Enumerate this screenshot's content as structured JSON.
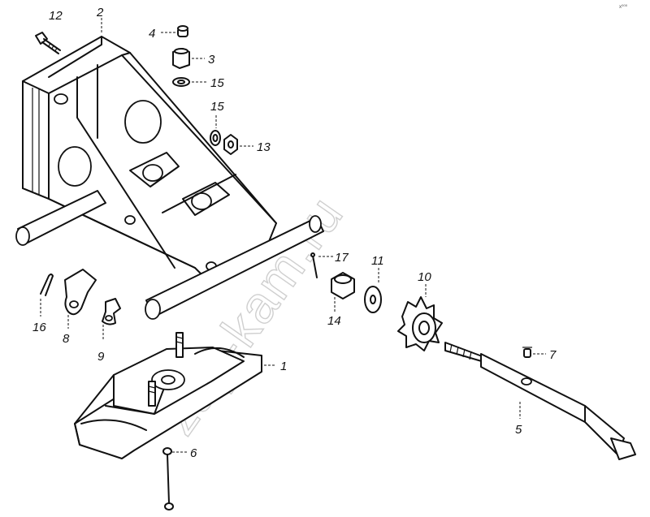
{
  "watermark": {
    "text": "zap-kam.ru"
  },
  "corner_mark": "x⁰⁰⁰",
  "callouts": [
    {
      "id": "1",
      "label": "1"
    },
    {
      "id": "2",
      "label": "2"
    },
    {
      "id": "3",
      "label": "3"
    },
    {
      "id": "4",
      "label": "4"
    },
    {
      "id": "5",
      "label": "5"
    },
    {
      "id": "6",
      "label": "6"
    },
    {
      "id": "7",
      "label": "7"
    },
    {
      "id": "8",
      "label": "8"
    },
    {
      "id": "9",
      "label": "9"
    },
    {
      "id": "10",
      "label": "10"
    },
    {
      "id": "11",
      "label": "11"
    },
    {
      "id": "12",
      "label": "12"
    },
    {
      "id": "13",
      "label": "13"
    },
    {
      "id": "14",
      "label": "14"
    },
    {
      "id": "15a",
      "label": "15"
    },
    {
      "id": "15b",
      "label": "15"
    },
    {
      "id": "16",
      "label": "16"
    },
    {
      "id": "17",
      "label": "17"
    }
  ]
}
